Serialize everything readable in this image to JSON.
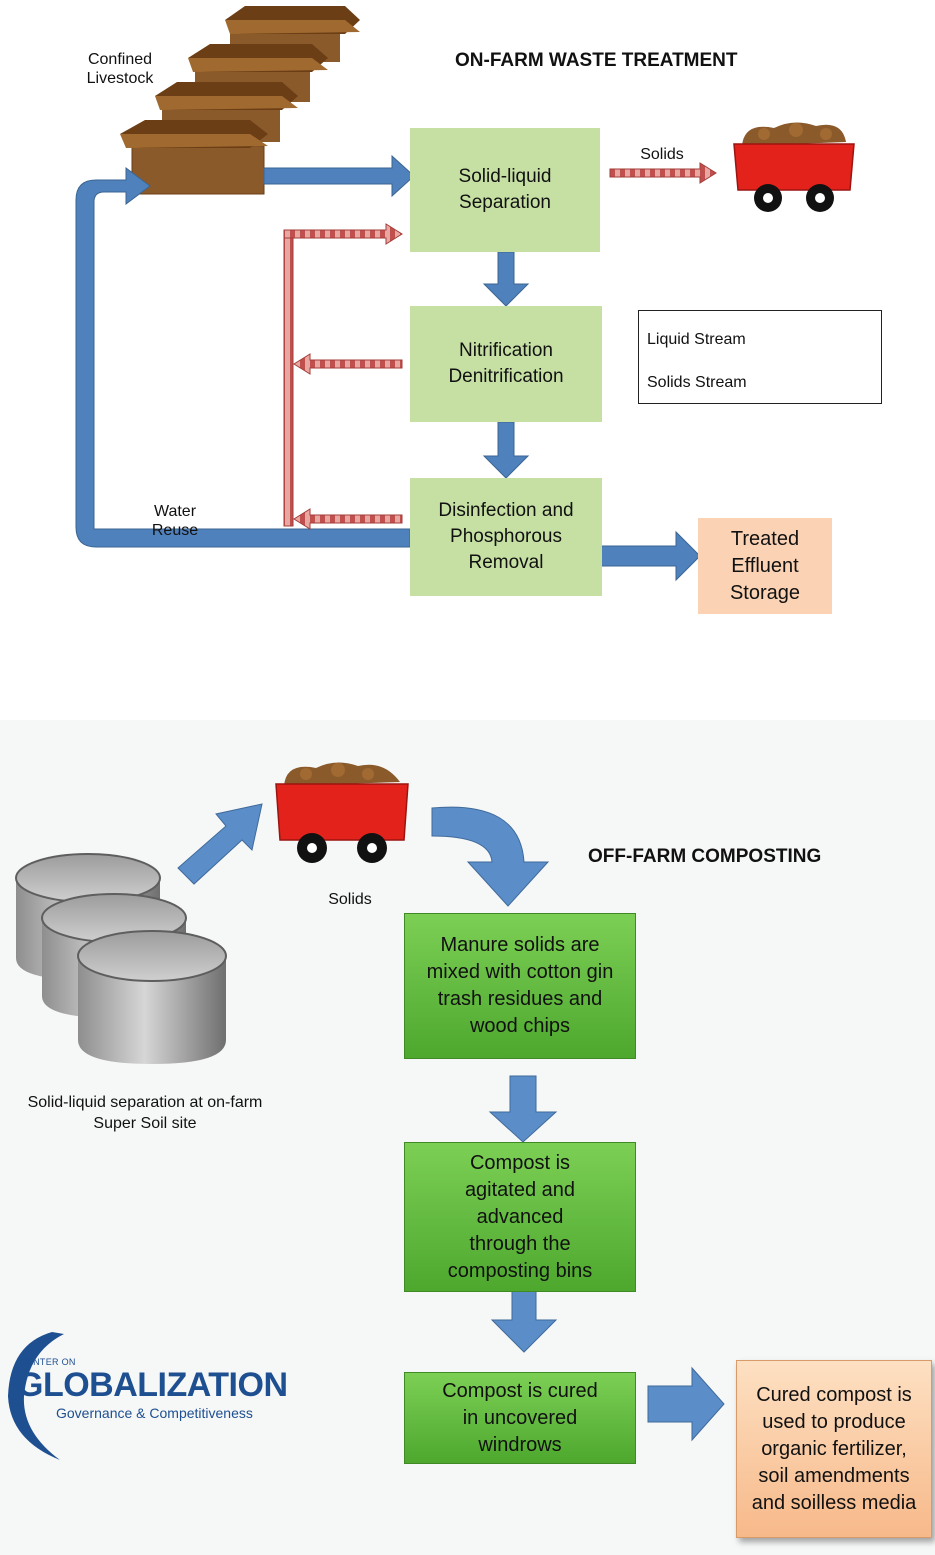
{
  "top": {
    "title": "ON-FARM WASTE TREATMENT",
    "livestock_label": "Confined Livestock",
    "solids_label": "Solids",
    "water_reuse_label": "Water Reuse",
    "boxes": {
      "separation": "Solid-liquid Separation",
      "nitrification": "Nitrification Denitrification",
      "disinfection": "Disinfection and Phosphorous Removal",
      "storage": "Treated Effluent Storage"
    },
    "legend": {
      "liquid": "Liquid Stream",
      "solids": "Solids Stream"
    }
  },
  "bottom": {
    "title": "OFF-FARM COMPOSTING",
    "solids_label": "Solids",
    "tanks_label": "Solid-liquid separation at on-farm Super Soil site",
    "boxes": {
      "mix": "Manure solids are mixed with cotton gin trash residues and wood chips",
      "agitate": "Compost is agitated and advanced through the composting bins",
      "cure": "Compost is cured in uncovered windrows",
      "use": "Cured compost is used to produce organic fertilizer, soil amendments and soilless media"
    }
  },
  "logo": {
    "small": "CENTER ON",
    "big": "GLOBALIZATION",
    "sub": "Governance & Competitiveness"
  },
  "colors": {
    "liquid_arrow": "#4f81bd",
    "solids_arrow": "#c0504d",
    "box_green_light": "#c6e0a4",
    "box_green_dark": "#5cb83a",
    "box_peach": "#fbd3b4",
    "cart_red": "#e3231b",
    "roof_brown": "#8b5a2b"
  },
  "icons": [
    "livestock-barn-icon",
    "cart-icon",
    "storage-tank-icon",
    "arrow-icon"
  ]
}
